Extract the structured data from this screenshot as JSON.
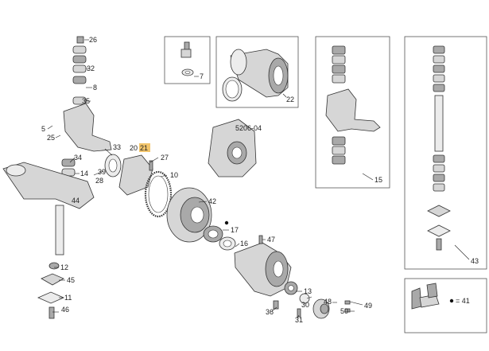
{
  "labels": {
    "p26": "26",
    "p32": "32",
    "p8": "8",
    "p35": "35",
    "p5": "5",
    "p25": "25",
    "p33": "33",
    "p20": "20",
    "p21": "21",
    "p27": "27",
    "p34": "34",
    "p14": "14",
    "p39": "39",
    "p28": "28",
    "p10": "10",
    "p44": "44",
    "p42": "42",
    "p17": "17",
    "p16": "16",
    "p47": "47",
    "p12": "12",
    "p45": "45",
    "p11": "11",
    "p46": "46",
    "p13": "13",
    "p30": "30",
    "p48": "48",
    "p49": "49",
    "p50": "50",
    "p36": "36",
    "p31": "31",
    "p7": "7",
    "p22": "22",
    "p15": "15",
    "p43": "43",
    "p5206": "5206-04",
    "legend_eq": "= 41"
  },
  "colors": {
    "highlight": "#f2c56c"
  }
}
